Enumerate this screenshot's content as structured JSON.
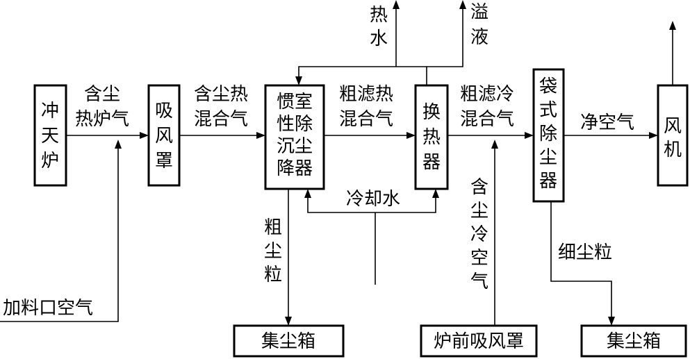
{
  "boxes": {
    "cupola": [
      "冲",
      "天",
      "炉"
    ],
    "hood": [
      "吸",
      "风",
      "罩"
    ],
    "inertial_collector": [
      "惯室",
      "性除",
      "沉尘",
      "降器"
    ],
    "heat_exchanger": [
      "换",
      "热",
      "器"
    ],
    "bag_filter": [
      "袋",
      "式",
      "除",
      "尘",
      "器"
    ],
    "fan": [
      "风",
      "机"
    ],
    "dust_bin_left": "集尘箱",
    "front_hood": "炉前吸风罩",
    "dust_bin_right": "集尘箱"
  },
  "labels": {
    "dusty_furnace_gas": [
      "含尘",
      "热炉气"
    ],
    "dusty_hot_mix": [
      "含尘热",
      "混合气"
    ],
    "coarse_hot_mix": [
      "粗滤热",
      "混合气"
    ],
    "coarse_cold_mix": [
      "粗滤冷",
      "混合气"
    ],
    "clean_air": "净空气",
    "hot_water": [
      "热",
      "水"
    ],
    "overflow": [
      "溢",
      "液"
    ],
    "cooling_water": "冷却水",
    "coarse_dust": [
      "粗",
      "尘",
      "粒"
    ],
    "dusty_cold_air": [
      "含",
      "尘",
      "冷",
      "空",
      "气"
    ],
    "fine_dust": "细尘粒",
    "charging_door_air": "加料口空气"
  }
}
